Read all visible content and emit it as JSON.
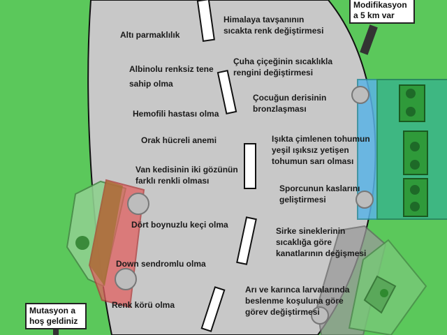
{
  "signs": {
    "top_right": {
      "line1": "Modifikasyon",
      "line2": "a 5 km var"
    },
    "bottom_left": {
      "line1": "Mutasyon a",
      "line2": "hoş geldiniz"
    }
  },
  "left_lane": [
    {
      "line1": "Altı parmaklılık"
    },
    {
      "line1": "Albinolu renksiz tene"
    },
    {
      "line1": "sahip olma"
    },
    {
      "line1": "Hemofili hastası olma"
    },
    {
      "line1": "Orak hücreli anemi"
    },
    {
      "line1": "Van kedisinin iki gözünün",
      "line2": "farklı renkli olması"
    },
    {
      "line1": "Dört boynuzlu  keçi  olma"
    },
    {
      "line1": "Down sendromlu  olma"
    },
    {
      "line1": "Renk körü olma"
    }
  ],
  "right_lane": [
    {
      "line1": "Himalaya tavşanının",
      "line2": "sıcakta renk değiştirmesi"
    },
    {
      "line1": "Çuha çiçeğinin sıcaklıkla",
      "line2": "rengini değiştirmesi"
    },
    {
      "line1": "Çocuğun derisinin",
      "line2": "bronzlaşması"
    },
    {
      "line1": "Işıkta çimlenen tohumun",
      "line2": "yeşil ışıksız yetişen",
      "line3": "tohumun sarı olması"
    },
    {
      "line1": "Sporcunun kaslarını",
      "line2": "geliştirmesi"
    },
    {
      "line1": "Sirke sineklerinin",
      "line2": "sıcaklığa göre",
      "line3": "kanatlarının değişmesi"
    },
    {
      "line1": "Arı ve karınca larvalarında",
      "line2": "beslenme koşuluna göre",
      "line3": "görev değiştirmesi"
    }
  ],
  "colors": {
    "grass": "#5bc85b",
    "road": "#c8c8c8",
    "red_car": "#e06060",
    "blue_car": "#5ab4e6",
    "green_car": "#78c878"
  }
}
